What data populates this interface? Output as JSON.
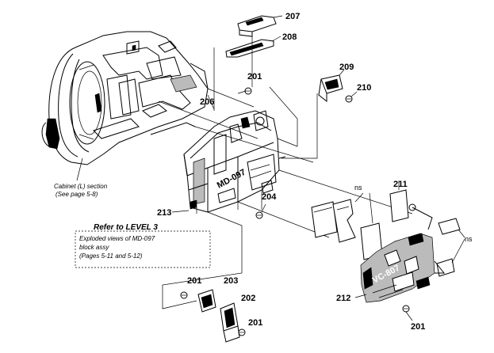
{
  "parts": {
    "p207": "207",
    "p208": "208",
    "p201_top": "201",
    "p209": "209",
    "p210": "210",
    "p206": "206",
    "p204": "204",
    "p211": "211",
    "ns_1": "ns",
    "ns_2": "ns",
    "p213": "213",
    "p201_left": "201",
    "p203": "203",
    "p202": "202",
    "p201_bottom": "201",
    "p212": "212",
    "p201_right": "201"
  },
  "notes": {
    "cabinet_line1": "Cabinet (L) section",
    "cabinet_line2": "(See page 5-8)",
    "refer_level": "Refer to LEVEL 3",
    "exploded_line1": "Exploded views of MD-097",
    "exploded_line2": "block assy",
    "exploded_line3": "(Pages 5-11 and 5-12)"
  },
  "board_labels": {
    "md_board": "MD-097",
    "vc_board": "VC-807"
  }
}
